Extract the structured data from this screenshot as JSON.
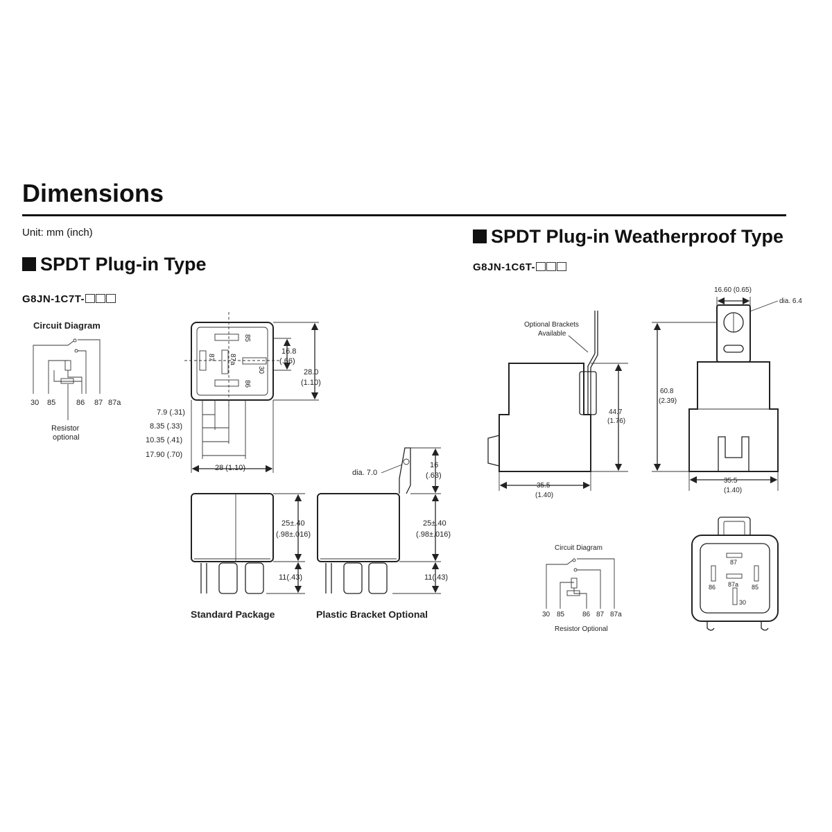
{
  "header": {
    "title": "Dimensions",
    "unit": "Unit: mm (inch)"
  },
  "left": {
    "section_title": "SPDT Plug-in Type",
    "model": "G8JN-1C7T-",
    "circuit": {
      "title": "Circuit Diagram",
      "terminals": [
        "30",
        "85",
        "86",
        "87",
        "87a"
      ],
      "note_line1": "Resistor",
      "note_line2": "optional"
    },
    "top_view": {
      "pins": [
        "85",
        "87",
        "87a",
        "30",
        "86"
      ],
      "dims": {
        "h_mm": "16.8",
        "h_in": "(.66)",
        "w_mm": "28.0",
        "w_in": "(1.10)",
        "d1": "7.9 (.31)",
        "d2": "8.35 (.33)",
        "d3": "10.35 (.41)",
        "d4": "17.90 (.70)",
        "base": "28 (1.10)"
      }
    },
    "standard": {
      "label": "Standard Package",
      "h_mm": "25±.40",
      "h_in": "(.98±.016)",
      "pin": "11(.43)"
    },
    "bracket": {
      "label": "Plastic Bracket Optional",
      "dia": "dia. 7.0",
      "top_mm": "16",
      "top_in": "(.63)",
      "h_mm": "25±.40",
      "h_in": "(.98±.016)",
      "pin": "11(.43)"
    }
  },
  "right": {
    "section_title": "SPDT Plug-in Weatherproof Type",
    "model": "G8JN-1C6T-",
    "side": {
      "note_line1": "Optional Brackets",
      "note_line2": "Available",
      "h_mm": "44.7",
      "h_in": "(1.76)",
      "w_mm": "35.5",
      "w_in": "(1.40)"
    },
    "front": {
      "top": "16.60 (0.65)",
      "dia": "dia. 6.4",
      "h_mm": "60.8",
      "h_in": "(2.39)",
      "w_mm": "35.5",
      "w_in": "(1.40)"
    },
    "circuit": {
      "title": "Circuit Diagram",
      "terminals": [
        "30",
        "85",
        "86",
        "87",
        "87a"
      ],
      "note": "Resistor Optional"
    },
    "bottom_view": {
      "pins": [
        "87",
        "87a",
        "86",
        "85",
        "30"
      ]
    }
  }
}
